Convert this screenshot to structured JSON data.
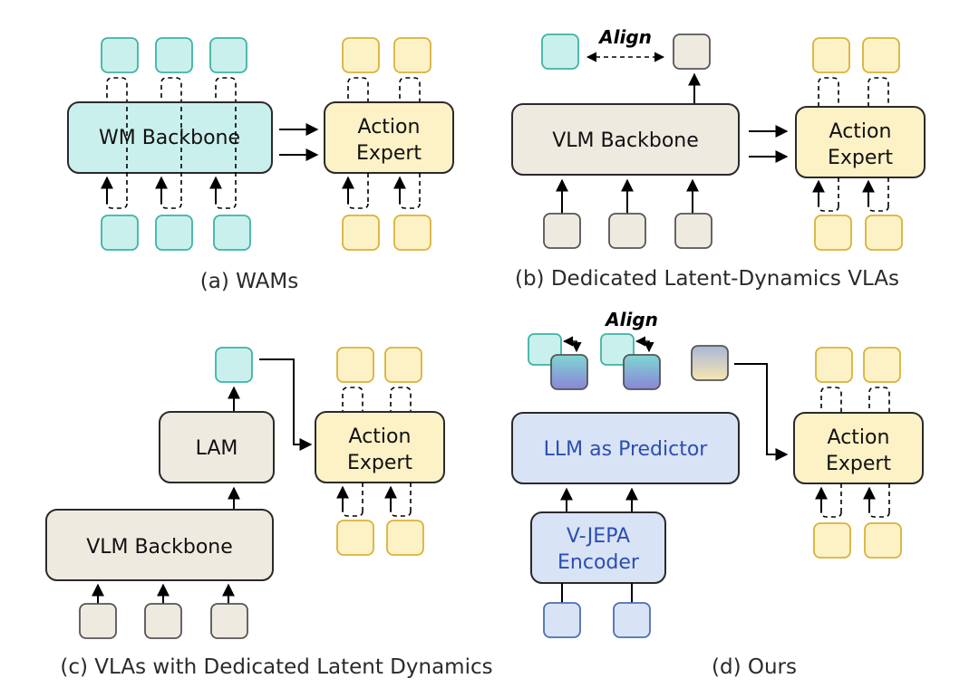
{
  "panels": {
    "a": {
      "caption": "(a) WAMs",
      "backbone": "WM Backbone",
      "expert_line1": "Action",
      "expert_line2": "Expert"
    },
    "b": {
      "caption": "(b) Dedicated Latent-Dynamics VLAs",
      "backbone": "VLM Backbone",
      "align": "Align",
      "expert_line1": "Action",
      "expert_line2": "Expert"
    },
    "c": {
      "caption": "(c) VLAs with Dedicated Latent Dynamics",
      "lam": "LAM",
      "backbone": "VLM Backbone",
      "expert_line1": "Action",
      "expert_line2": "Expert"
    },
    "d": {
      "caption": "(d) Ours",
      "align": "Align",
      "predictor": "LLM as Predictor",
      "encoder_line1": "V-JEPA",
      "encoder_line2": "Encoder",
      "expert_line1": "Action",
      "expert_line2": "Expert"
    }
  },
  "colors": {
    "teal_fill": "#c9f0ec",
    "teal_stroke": "#3fb3a6",
    "yellow_fill": "#fdf1c6",
    "yellow_stroke": "#d9b23a",
    "beige_fill": "#efeae0",
    "beige_stroke": "#8c857a",
    "blue_fill": "#d9e3f6",
    "blue_stroke": "#4a6fb5",
    "box_stroke": "#2a2a2a"
  }
}
